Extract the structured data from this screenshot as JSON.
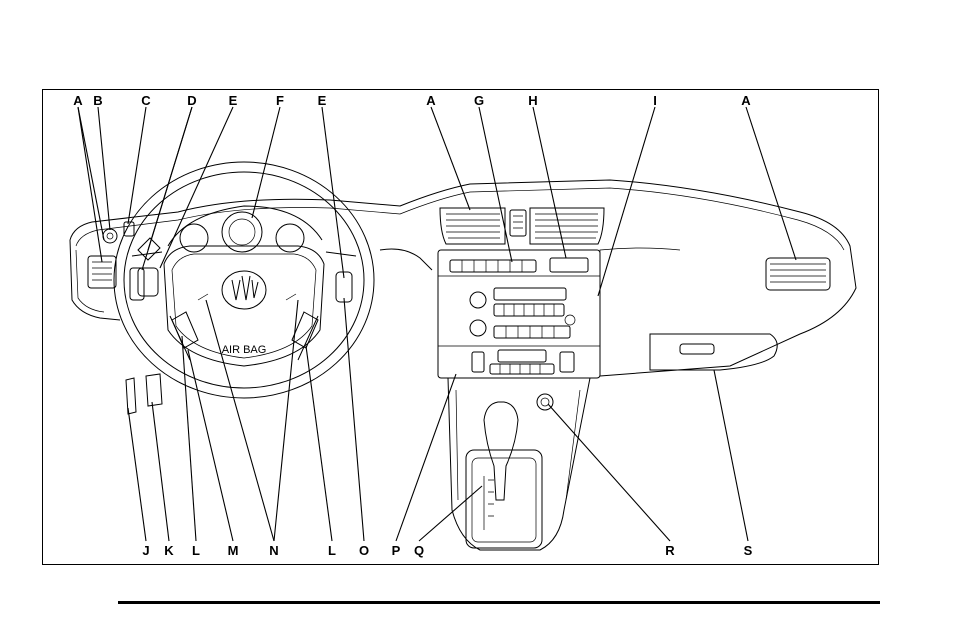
{
  "diagram": {
    "top_labels": [
      "A",
      "B",
      "C",
      "D",
      "E",
      "F",
      "E",
      "A",
      "G",
      "H",
      "I",
      "A"
    ],
    "bottom_labels": [
      "J",
      "K",
      "L",
      "M",
      "N",
      "L",
      "O",
      "P",
      "Q",
      "R",
      "S"
    ],
    "wheel_text": "AIR BAG"
  }
}
